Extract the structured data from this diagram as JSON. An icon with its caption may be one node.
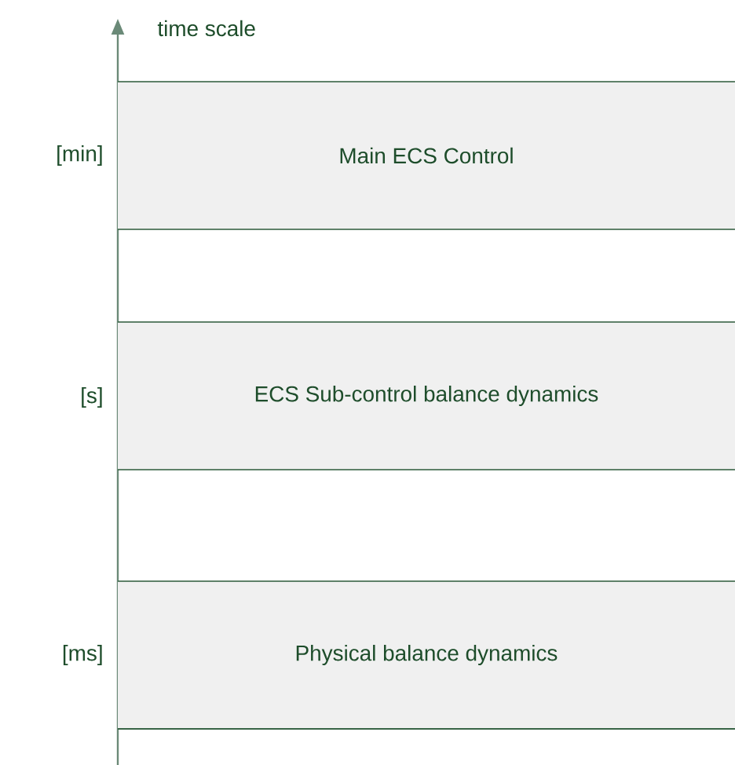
{
  "diagram": {
    "nodes": [
      {
        "text": [
          "Main ECS Control"
        ],
        "beside": [
          "[min]"
        ]
      },
      {
        "text": [
          "ECS Sub-control balance dynamics"
        ],
        "beside": [
          "[s]"
        ]
      },
      {
        "text": [
          "Physical balance dynamics"
        ],
        "beside": [
          "[ms]"
        ]
      }
    ],
    "labels": [
      "time scale"
    ]
  }
}
